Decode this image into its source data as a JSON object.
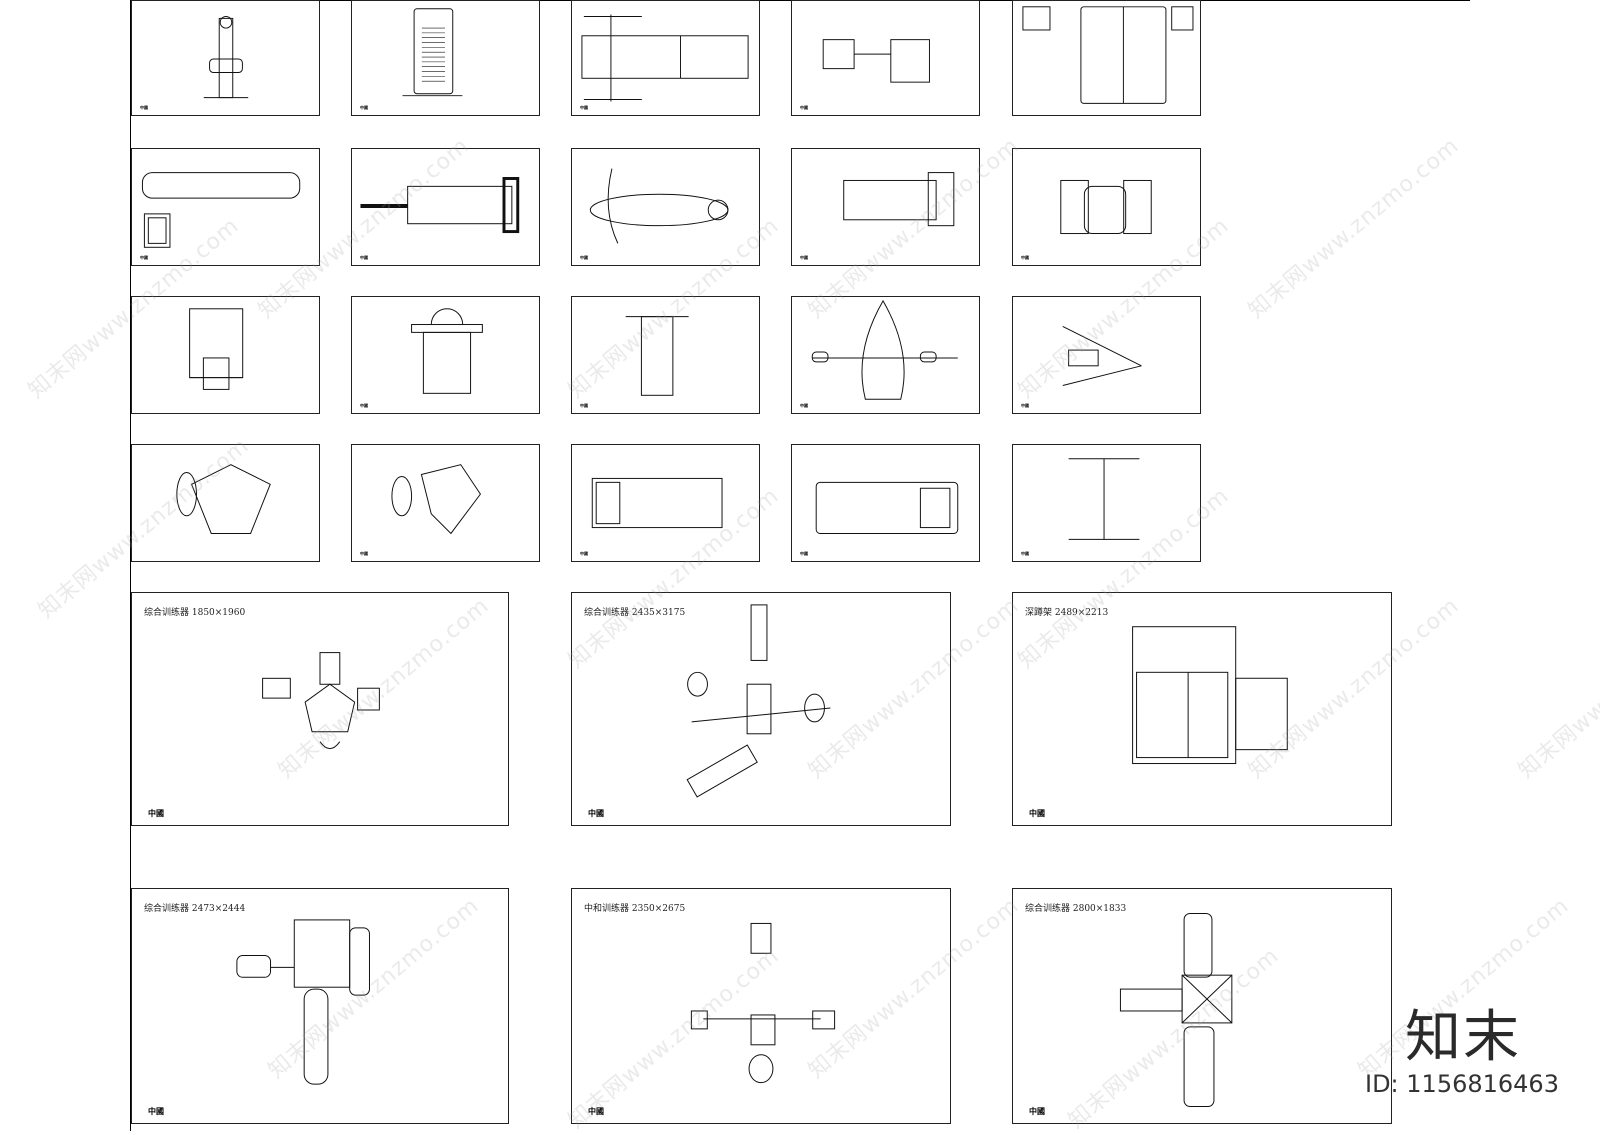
{
  "small_panels": [
    {
      "title": "",
      "foot": "中國"
    },
    {
      "title": "",
      "foot": "中國"
    },
    {
      "title": "",
      "foot": "中國"
    },
    {
      "title": "",
      "foot": "中國"
    },
    {
      "title": "",
      "foot": ""
    },
    {
      "title": "",
      "foot": "中國"
    },
    {
      "title": "",
      "foot": "中國"
    },
    {
      "title": "",
      "foot": "中國"
    },
    {
      "title": "",
      "foot": "中國"
    },
    {
      "title": "",
      "foot": "中國"
    },
    {
      "title": "",
      "foot": ""
    },
    {
      "title": "",
      "foot": "中國"
    },
    {
      "title": "",
      "foot": "中國"
    },
    {
      "title": "",
      "foot": "中國"
    },
    {
      "title": "",
      "foot": "中國"
    },
    {
      "title": "",
      "foot": ""
    },
    {
      "title": "",
      "foot": "中國"
    },
    {
      "title": "",
      "foot": "中國"
    },
    {
      "title": "",
      "foot": "中國"
    },
    {
      "title": "",
      "foot": "中國"
    }
  ],
  "large_panels": [
    {
      "title": "综合训练器   1850×1960",
      "foot": "中國"
    },
    {
      "title": "综合训练器   2435×3175",
      "foot": "中國"
    },
    {
      "title": "深蹲架   2489×2213",
      "foot": "中國"
    },
    {
      "title": "综合训练器   2473×2444",
      "foot": "中國"
    },
    {
      "title": "中和训练器   2350×2675",
      "foot": "中國"
    },
    {
      "title": "综合训练器   2800×1833",
      "foot": "中國"
    }
  ],
  "watermark": "知末网www.znzmo.com",
  "brand": {
    "logo_text": "知末",
    "id_text": "ID: 1156816463"
  }
}
